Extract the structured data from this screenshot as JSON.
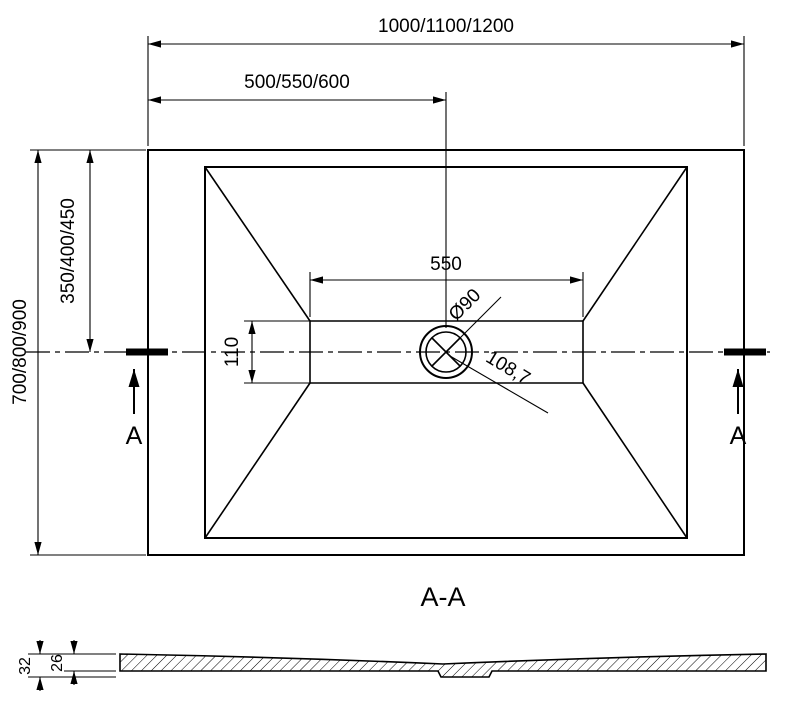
{
  "colors": {
    "line": "#000000",
    "background": "#ffffff"
  },
  "top_view": {
    "dim_total_width": "1000/1100/1200",
    "dim_center_width": "500/550/600",
    "dim_total_depth": "700/800/900",
    "dim_center_depth": "350/400/450",
    "dim_flat_width": "550",
    "dim_flat_depth": "110",
    "dim_drain_diameter": "Ø90",
    "dim_drain_diagonal": "108,7",
    "section_marker_left": "A",
    "section_marker_right": "A"
  },
  "section_view": {
    "title": "A-A",
    "dim_total_thickness": "32",
    "dim_edge_thickness": "26"
  }
}
